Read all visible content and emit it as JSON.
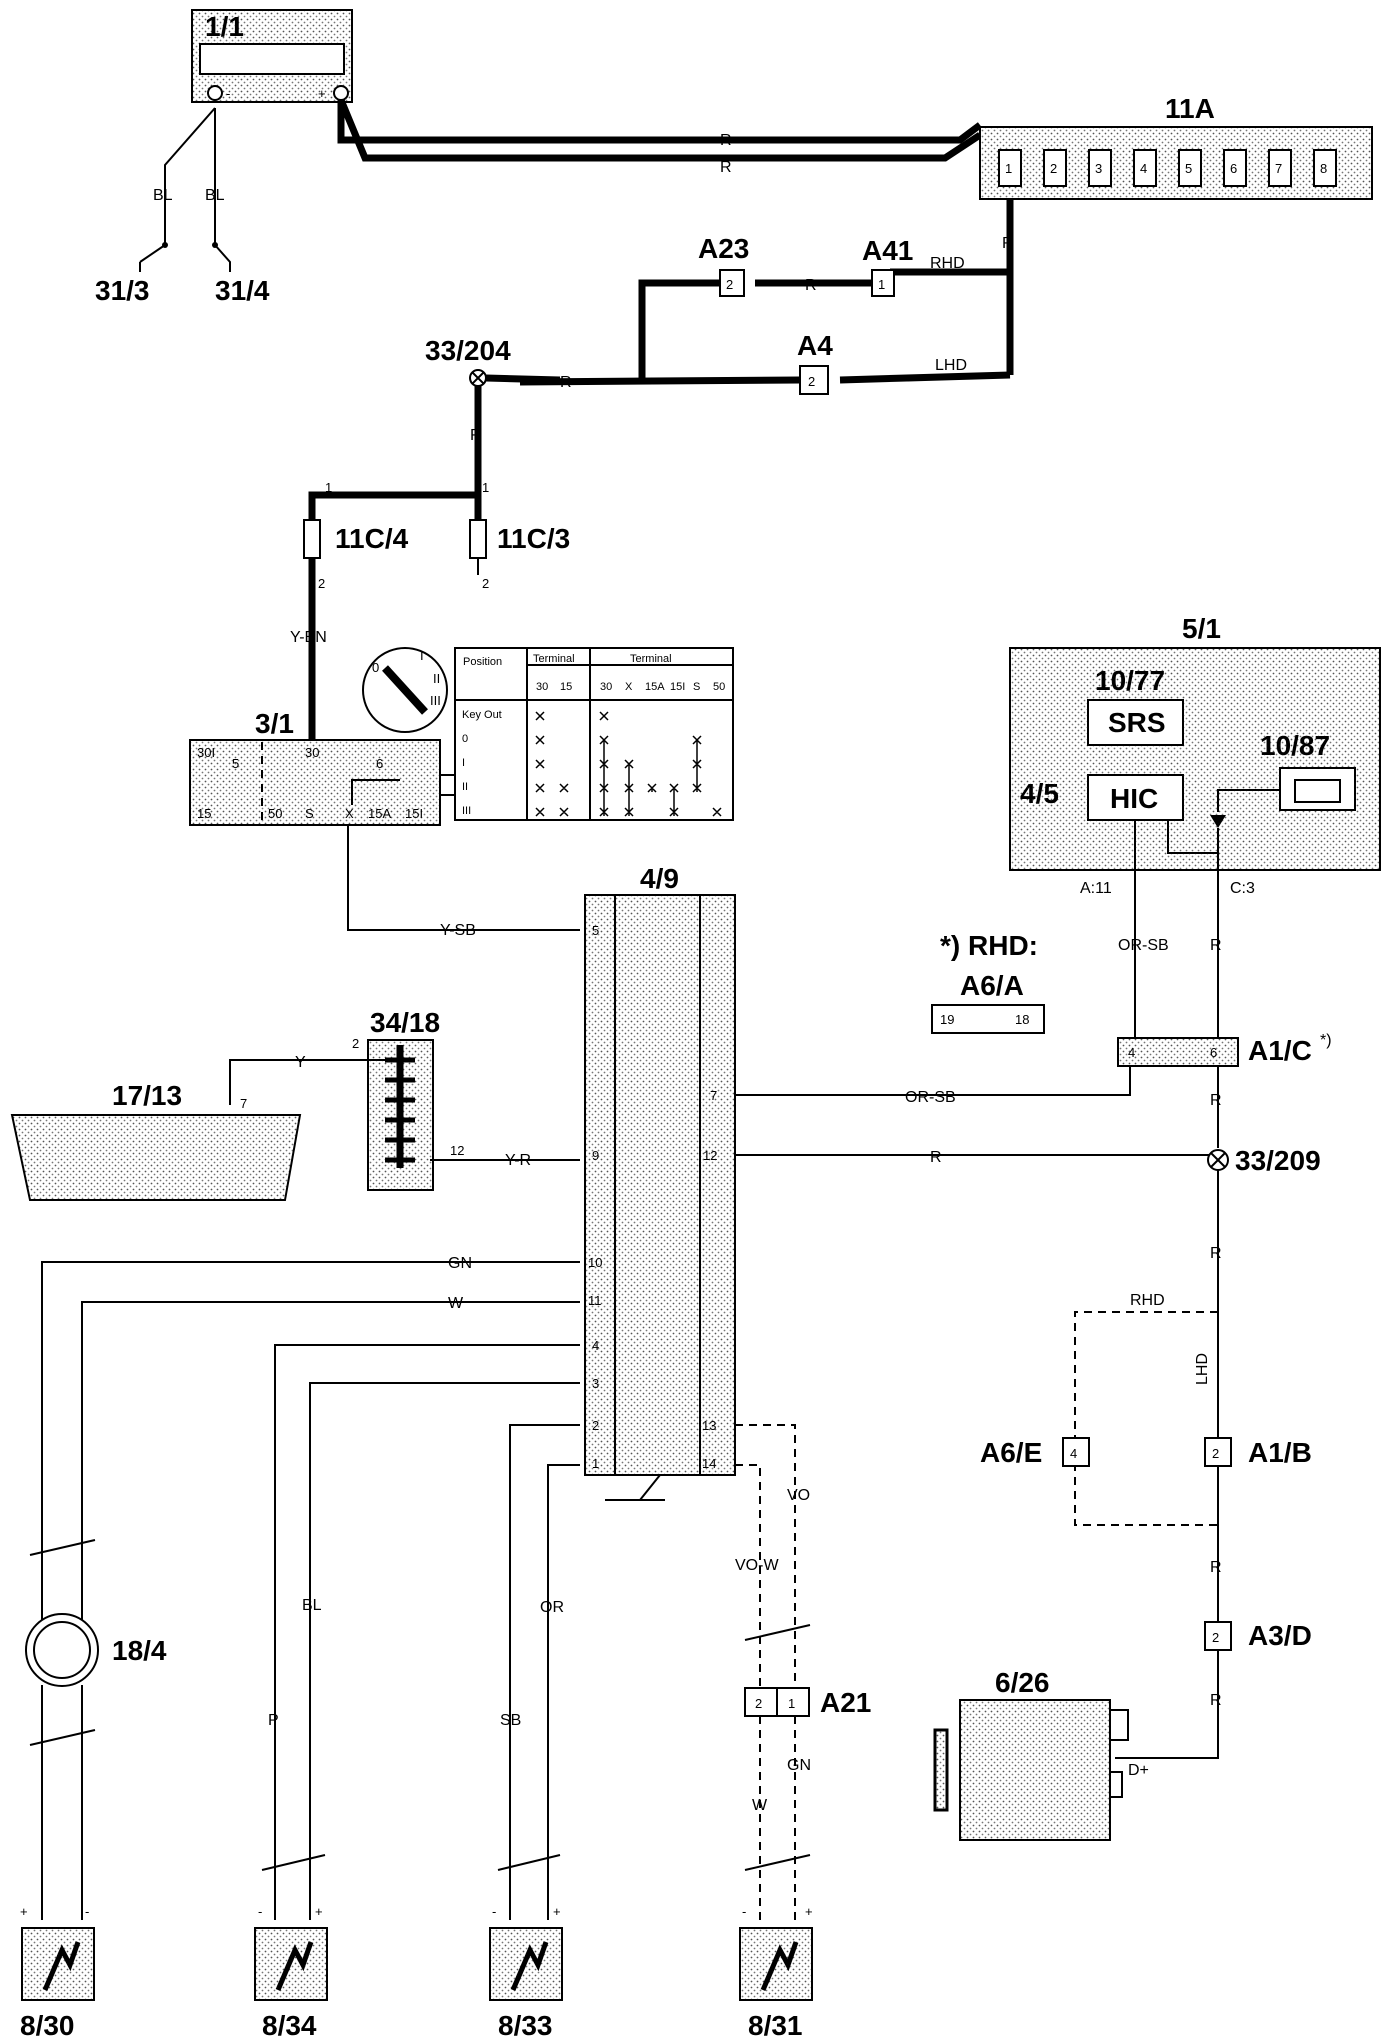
{
  "components": {
    "c1_1": "1/1",
    "c11a": "11A",
    "c31_3": "31/3",
    "c31_4": "31/4",
    "a23": "A23",
    "a41": "A41",
    "a4": "A4",
    "c33_204": "33/204",
    "c11c4": "11C/4",
    "c11c3": "11C/3",
    "c3_1": "3/1",
    "c5_1": "5/1",
    "c10_77": "10/77",
    "c10_87": "10/87",
    "c4_5": "4/5",
    "srs": "SRS",
    "hic": "HIC",
    "c4_9": "4/9",
    "c34_18": "34/18",
    "c17_13": "17/13",
    "rhd_note": "*) RHD:",
    "a6a": "A6/A",
    "a1c": "A1/C",
    "a1c_star": "*)",
    "c33_209": "33/209",
    "a6e": "A6/E",
    "a1b": "A1/B",
    "a3d": "A3/D",
    "c6_26": "6/26",
    "c18_4": "18/4",
    "a21": "A21",
    "c8_30": "8/30",
    "c8_34": "8/34",
    "c8_33": "8/33",
    "c8_31": "8/31"
  },
  "wire_labels": {
    "r": "R",
    "bl": "BL",
    "rhd": "RHD",
    "lhd": "LHD",
    "ybn": "Y-BN",
    "ysb": "Y-SB",
    "orsb": "OR-SB",
    "y": "Y",
    "yr": "Y-R",
    "gn": "GN",
    "w": "W",
    "p": "P",
    "sb": "SB",
    "or": "OR",
    "vo": "VO",
    "vow": "VO-W",
    "dplus": "D+",
    "a11": "A:11",
    "c3": "C:3"
  },
  "pins": {
    "p1": "1",
    "p2": "2",
    "p3": "3",
    "p4": "4",
    "p5": "5",
    "p6": "6",
    "p7": "7",
    "p8": "8",
    "p9": "9",
    "p10": "10",
    "p11": "11",
    "p12": "12",
    "p13": "13",
    "p14": "14",
    "p18": "18",
    "p19": "19",
    "t30": "30",
    "t30i": "30I",
    "t15": "15",
    "t50": "50",
    "ts": "S",
    "tx": "X",
    "t15a": "15A",
    "t15i": "15I",
    "plus": "+",
    "minus": "-"
  },
  "key_table": {
    "position": "Position",
    "terminal": "Terminal",
    "cols_left": [
      "30",
      "15"
    ],
    "cols_right": [
      "30",
      "X",
      "15A",
      "15I",
      "S",
      "50"
    ],
    "rows": [
      "Key Out",
      "0",
      "I",
      "II",
      "III"
    ]
  },
  "ignition_positions": [
    "0",
    "I",
    "II",
    "III"
  ]
}
